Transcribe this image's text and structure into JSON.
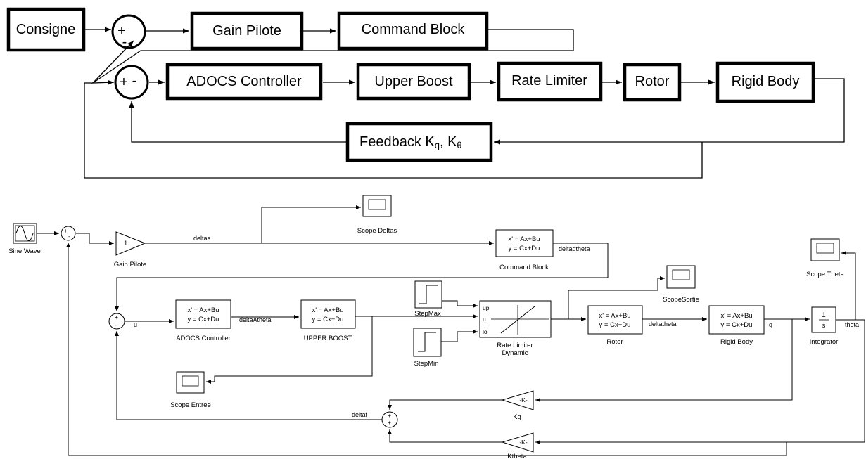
{
  "top": {
    "consigne": "Consigne",
    "gain_pilote": "Gain Pilote",
    "command_block": "Command Block",
    "adocs_controller": "ADOCS Controller",
    "upper_boost": "Upper Boost",
    "rate_limiter": "Rate Limiter",
    "rotor": "Rotor",
    "rigid_body": "Rigid Body",
    "feedback": "Feedback K",
    "feedback_q": "q",
    "feedback_sep": ", K",
    "feedback_theta": "θ",
    "sum_plus": "+",
    "sum_minus": "-"
  },
  "sim": {
    "sine_wave": "Sine Wave",
    "gain_value": "1",
    "gain_pilote": "Gain Pilote",
    "scope_deltas": "Scope Deltas",
    "deltas": "deltas",
    "ss_line1": "x' = Ax+Bu",
    "ss_line2": "y = Cx+Du",
    "command_block": "Command Block",
    "deltadtheta": "deltadtheta",
    "scope_theta": "Scope Theta",
    "scope_sortie": "ScopeSortie",
    "u": "u",
    "adocs_controller": "ADOCS Controller",
    "deltaAtheta": "deltaAtheta",
    "upper_boost": "UPPER BOOST",
    "stepmax": "StepMax",
    "stepmin": "StepMin",
    "port_up": "up",
    "port_u": "u",
    "port_lo": "lo",
    "rate_limiter": "Rate Limiter",
    "dynamic": "Dynamic",
    "rotor": "Rotor",
    "deltatheta": "deltatheta",
    "rigid_body": "Rigid Body",
    "q": "q",
    "integrator_num": "1",
    "integrator_den": "s",
    "integrator": "Integrator",
    "theta": "theta",
    "scope_entree": "Scope Entree",
    "gain_k": "-K-",
    "kq": "Kq",
    "ktheta": "Ktheta",
    "deltaf": "deltaf",
    "plus": "+",
    "minus": "-"
  }
}
